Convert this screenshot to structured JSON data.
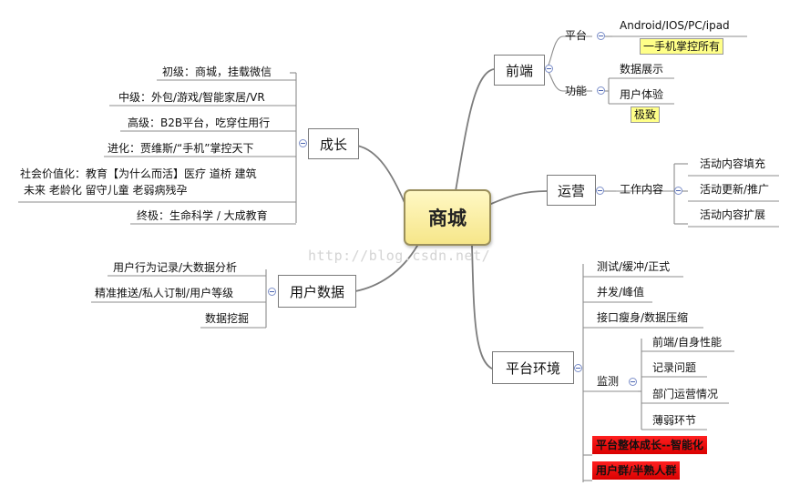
{
  "center": "商城",
  "watermark": "http://blog.csdn.net/",
  "branches": {
    "frontend": {
      "label": "前端",
      "platform": {
        "label": "平台",
        "items": [
          "Android/IOS/PC/ipad"
        ],
        "note": "一手机掌控所有"
      },
      "features": {
        "label": "功能",
        "items": [
          "数据展示",
          "用户体验"
        ],
        "note": "极致"
      }
    },
    "operations": {
      "label": "运营",
      "work": {
        "label": "工作内容",
        "items": [
          "活动内容填充",
          "活动更新/推广",
          "活动内容扩展"
        ]
      }
    },
    "platform_env": {
      "label": "平台环境",
      "items": [
        "测试/缓冲/正式",
        "并发/峰值",
        "接口瘦身/数据压缩"
      ],
      "monitor": {
        "label": "监测",
        "items": [
          "前端/自身性能",
          "记录问题",
          "部门运营情况",
          "薄弱环节"
        ]
      },
      "highlights": [
        "平台整体成长--智能化",
        "用户群/半熟人群"
      ]
    },
    "growth": {
      "label": "成长",
      "items": [
        "初级：商城，挂载微信",
        "中级：外包/游戏/智能家居/VR",
        "高级：B2B平台，吃穿住用行",
        "进化：贾维斯/“手机”掌控天下",
        "社会价值化：教育【为什么而活】医疗 道桥 建筑",
        "未来   老龄化    留守儿童    老弱病残孕",
        "终极：生命科学 / 大成教育"
      ]
    },
    "user_data": {
      "label": "用户数据",
      "items": [
        "用户行为记录/大数据分析",
        "精准推送/私人订制/用户等级",
        "数据挖掘"
      ]
    }
  }
}
